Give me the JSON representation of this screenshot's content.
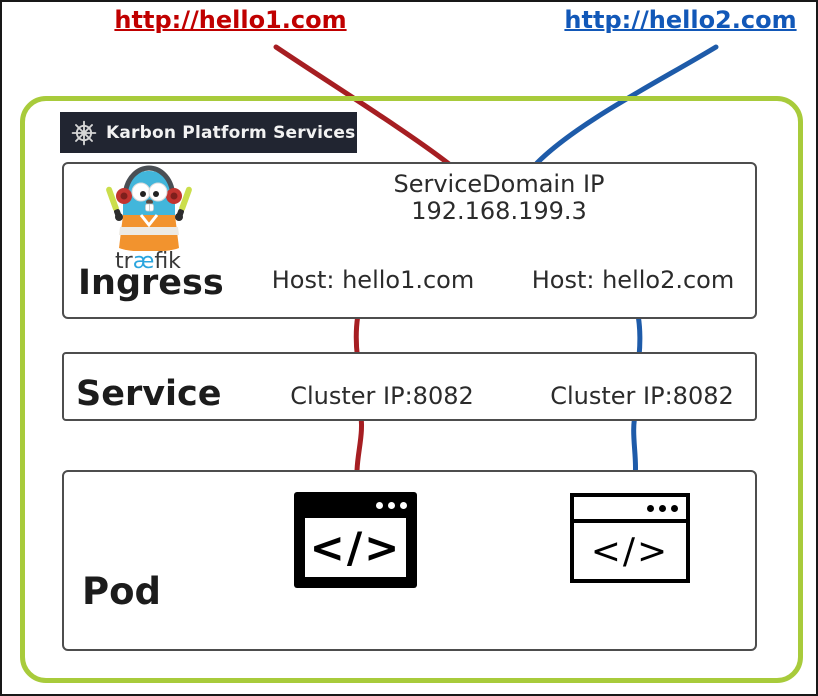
{
  "links": {
    "hello1": {
      "label": "http://hello1.com",
      "color": "#C00000"
    },
    "hello2": {
      "label": "http://hello2.com",
      "color": "#1258B8"
    }
  },
  "platform": {
    "title": "Karbon Platform Services",
    "header_icon": "helm-icon",
    "header_bg": "#212531"
  },
  "ingress": {
    "label": "Ingress",
    "traefik": {
      "word_pre": "tr",
      "word_ae": "æ",
      "word_post": "fik"
    },
    "service_domain": {
      "label": "ServiceDomain IP",
      "ip": "192.168.199.3"
    },
    "hosts": [
      {
        "label": "Host: hello1.com"
      },
      {
        "label": "Host: hello2.com"
      }
    ]
  },
  "service": {
    "label": "Service",
    "clusters": [
      {
        "label": "Cluster IP:8082"
      },
      {
        "label": "Cluster IP:8082"
      }
    ]
  },
  "pod": {
    "label": "Pod",
    "apps": [
      {
        "icon": "app-window-code-filled-icon",
        "glyph": "</>"
      },
      {
        "icon": "app-window-code-outline-icon",
        "glyph": "</>"
      }
    ]
  },
  "colors": {
    "red_line": "#A61E22",
    "blue_line": "#1E5BA9",
    "green_border": "#A8CB3B",
    "box_border": "#4d4d4d",
    "header_bg": "#212531"
  }
}
